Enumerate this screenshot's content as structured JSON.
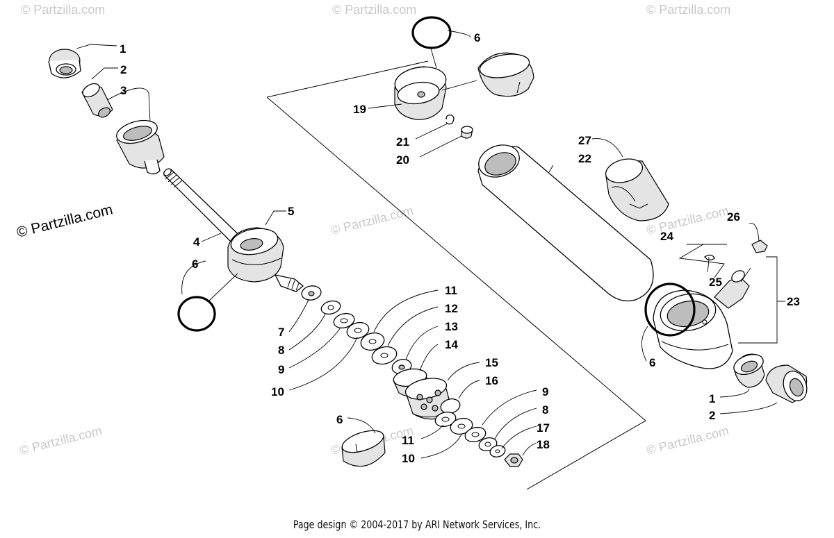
{
  "watermarks": {
    "main": "© Partzilla.com",
    "faint": "© Partzilla.com"
  },
  "callouts": {
    "c1a": "1",
    "c2a": "2",
    "c3": "3",
    "c4": "4",
    "c5": "5",
    "c6a": "6",
    "c6b": "6",
    "c19": "19",
    "c21": "21",
    "c20": "20",
    "c27": "27",
    "c22": "22",
    "c26": "26",
    "c24": "24",
    "c25": "25",
    "c23": "23",
    "c6c": "6",
    "c1b": "1",
    "c2b": "2",
    "c11a": "11",
    "c12": "12",
    "c13": "13",
    "c14": "14",
    "c15": "15",
    "c16": "16",
    "c7": "7",
    "c8a": "8",
    "c9a": "9",
    "c10a": "10",
    "c9b": "9",
    "c8b": "8",
    "c17": "17",
    "c18": "18",
    "c6d": "6",
    "c11b": "11",
    "c10b": "10"
  },
  "footer": "Page design © 2004-2017 by ARI Network Services, Inc."
}
